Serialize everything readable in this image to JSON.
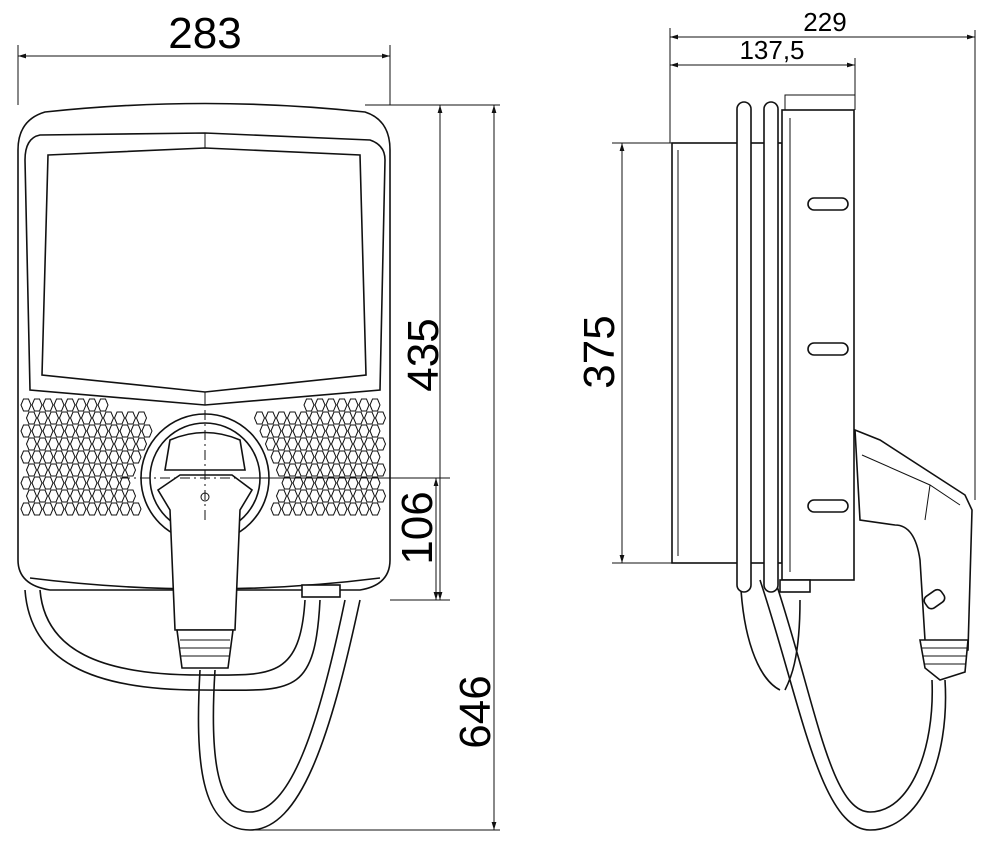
{
  "front_view": {
    "dimensions": {
      "width": "283",
      "height_body": "435",
      "socket_height": "106",
      "total_height": "646"
    }
  },
  "side_view": {
    "dimensions": {
      "total_depth": "229",
      "body_depth": "137,5",
      "body_height": "375"
    }
  },
  "colors": {
    "line": "#111111",
    "background": "#ffffff"
  }
}
